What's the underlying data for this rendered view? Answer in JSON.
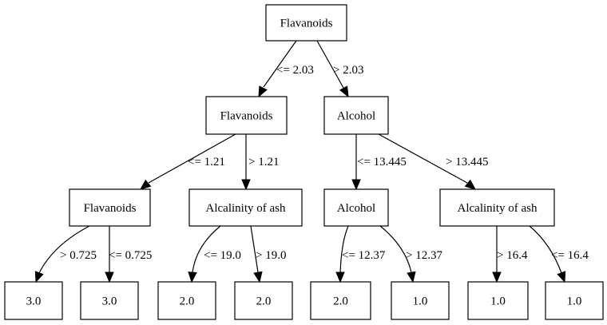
{
  "diagram": {
    "type": "decision-tree",
    "nodes": [
      {
        "id": "n0",
        "label": "Flavanoids",
        "kind": "split"
      },
      {
        "id": "n1",
        "label": "Flavanoids",
        "kind": "split"
      },
      {
        "id": "n2",
        "label": "Alcohol",
        "kind": "split"
      },
      {
        "id": "n3",
        "label": "Flavanoids",
        "kind": "split"
      },
      {
        "id": "n4",
        "label": "Alcalinity of ash",
        "kind": "split"
      },
      {
        "id": "n5",
        "label": "Alcohol",
        "kind": "split"
      },
      {
        "id": "n6",
        "label": "Alcalinity of ash",
        "kind": "split"
      },
      {
        "id": "l0",
        "label": "3.0",
        "kind": "leaf"
      },
      {
        "id": "l1",
        "label": "3.0",
        "kind": "leaf"
      },
      {
        "id": "l2",
        "label": "2.0",
        "kind": "leaf"
      },
      {
        "id": "l3",
        "label": "2.0",
        "kind": "leaf"
      },
      {
        "id": "l4",
        "label": "2.0",
        "kind": "leaf"
      },
      {
        "id": "l5",
        "label": "1.0",
        "kind": "leaf"
      },
      {
        "id": "l6",
        "label": "1.0",
        "kind": "leaf"
      },
      {
        "id": "l7",
        "label": "1.0",
        "kind": "leaf"
      }
    ],
    "edges": [
      {
        "id": "e0",
        "from": "n0",
        "to": "n1",
        "label": "<= 2.03"
      },
      {
        "id": "e1",
        "from": "n0",
        "to": "n2",
        "label": "> 2.03"
      },
      {
        "id": "e2",
        "from": "n1",
        "to": "n3",
        "label": "<= 1.21"
      },
      {
        "id": "e3",
        "from": "n1",
        "to": "n4",
        "label": "> 1.21"
      },
      {
        "id": "e4",
        "from": "n2",
        "to": "n5",
        "label": "<= 13.445"
      },
      {
        "id": "e5",
        "from": "n2",
        "to": "n6",
        "label": "> 13.445"
      },
      {
        "id": "e6",
        "from": "n3",
        "to": "l0",
        "label": "> 0.725"
      },
      {
        "id": "e7",
        "from": "n3",
        "to": "l1",
        "label": "<= 0.725"
      },
      {
        "id": "e8",
        "from": "n4",
        "to": "l2",
        "label": "<= 19.0"
      },
      {
        "id": "e9",
        "from": "n4",
        "to": "l3",
        "label": "> 19.0"
      },
      {
        "id": "e10",
        "from": "n5",
        "to": "l4",
        "label": "<= 12.37"
      },
      {
        "id": "e11",
        "from": "n5",
        "to": "l5",
        "label": "> 12.37"
      },
      {
        "id": "e12",
        "from": "n6",
        "to": "l6",
        "label": "> 16.4"
      },
      {
        "id": "e13",
        "from": "n6",
        "to": "l7",
        "label": "<= 16.4"
      }
    ]
  }
}
